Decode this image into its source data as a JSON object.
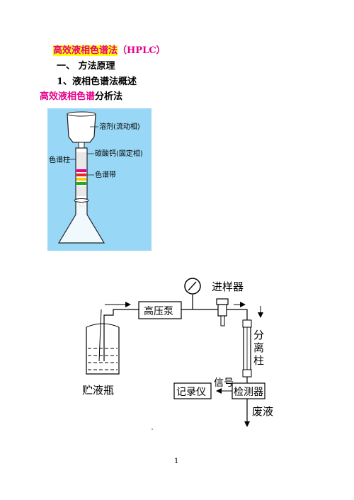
{
  "heading": {
    "title_main": "高效液相色谱法",
    "title_suffix": "（HPLC）",
    "section": "一、  方法原理",
    "subsection": "1、液相色谱法概述",
    "subtitle_colored": "高效液相色谱",
    "subtitle_rest": "分析法"
  },
  "column_figure": {
    "label_solvent": "溶剂(流动相)",
    "label_column": "色谱柱",
    "label_stationary": "碳酸钙(固定相)",
    "label_bands": "色谱带"
  },
  "hplc_diagram": {
    "injector": "进样器",
    "pump": "高压泵",
    "separation_column": [
      "分",
      "离",
      "柱"
    ],
    "reservoir": "贮液瓶",
    "signal": "信号",
    "recorder": "记录仪",
    "detector": "检测器",
    "waste": "废液"
  },
  "colors": {
    "magenta": "#e8008a",
    "highlight": "#ffff00",
    "photo_bg": "#98d8f6"
  },
  "page_number": "1"
}
